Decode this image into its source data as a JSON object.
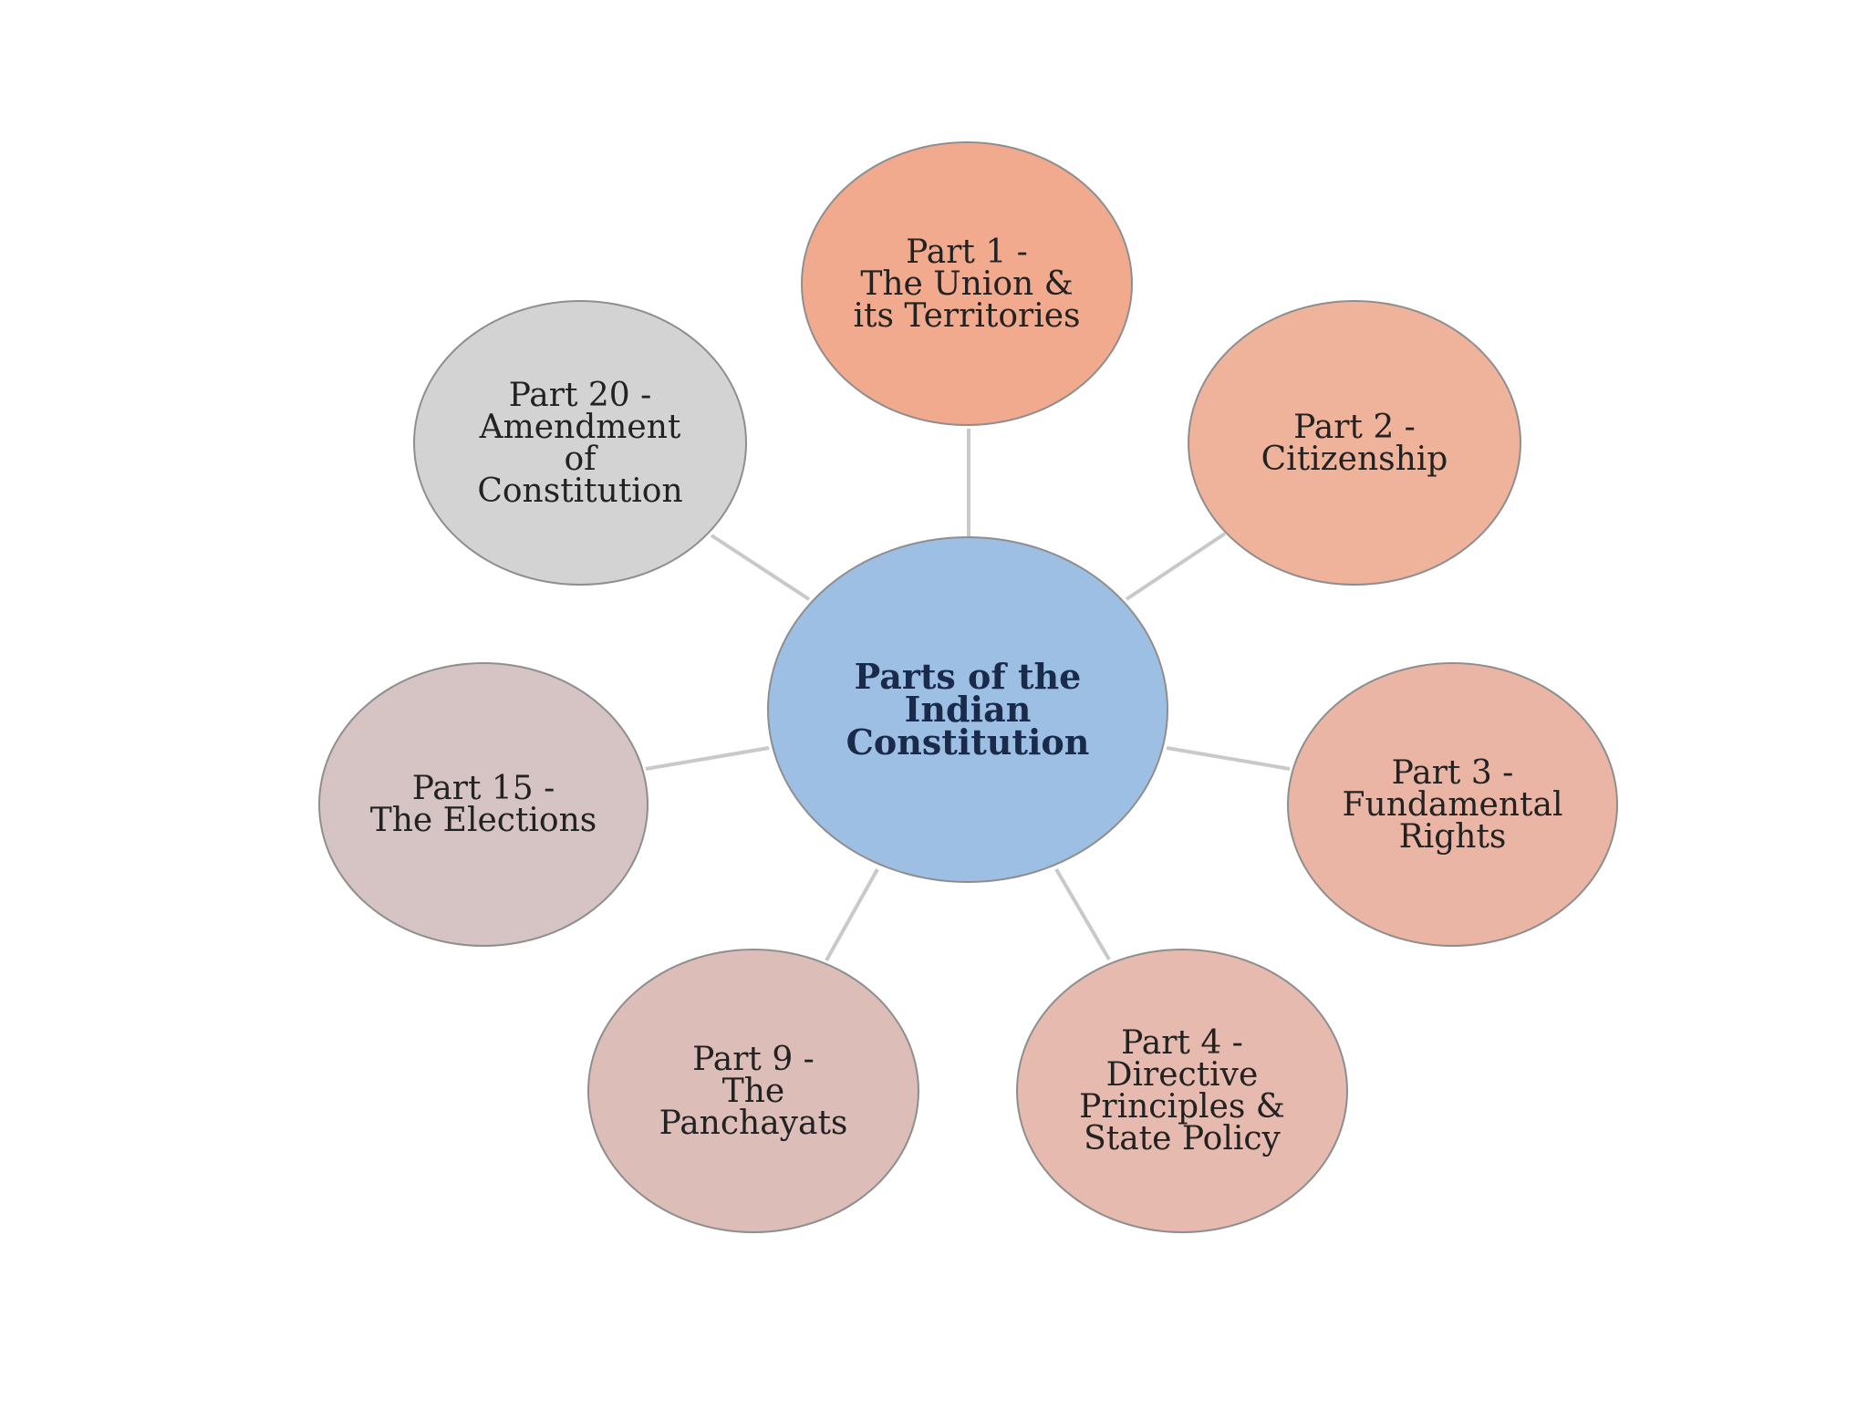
{
  "diagram": {
    "center": {
      "label": "Parts of the\nIndian\nConstitution",
      "color": "#9dbfe3"
    },
    "nodes": [
      {
        "id": "part1",
        "label": "Part 1 -\nThe Union &\nits Territories",
        "color": "#f2aa8f"
      },
      {
        "id": "part2",
        "label": "Part 2 -\nCitizenship",
        "color": "#efb29b"
      },
      {
        "id": "part3",
        "label": "Part 3 -\nFundamental\nRights",
        "color": "#eab5a5"
      },
      {
        "id": "part4",
        "label": "Part 4 -\nDirective\nPrinciples &\nState Policy",
        "color": "#e6baae"
      },
      {
        "id": "part9",
        "label": "Part 9 -\nThe\nPanchayats",
        "color": "#dcbdb8"
      },
      {
        "id": "part15",
        "label": "Part 15 -\nThe Elections",
        "color": "#d6c3c4"
      },
      {
        "id": "part20",
        "label": "Part 20 -\nAmendment\nof\nConstitution",
        "color": "#d3d3d3"
      }
    ],
    "connector_color": "#c9c9c9"
  }
}
